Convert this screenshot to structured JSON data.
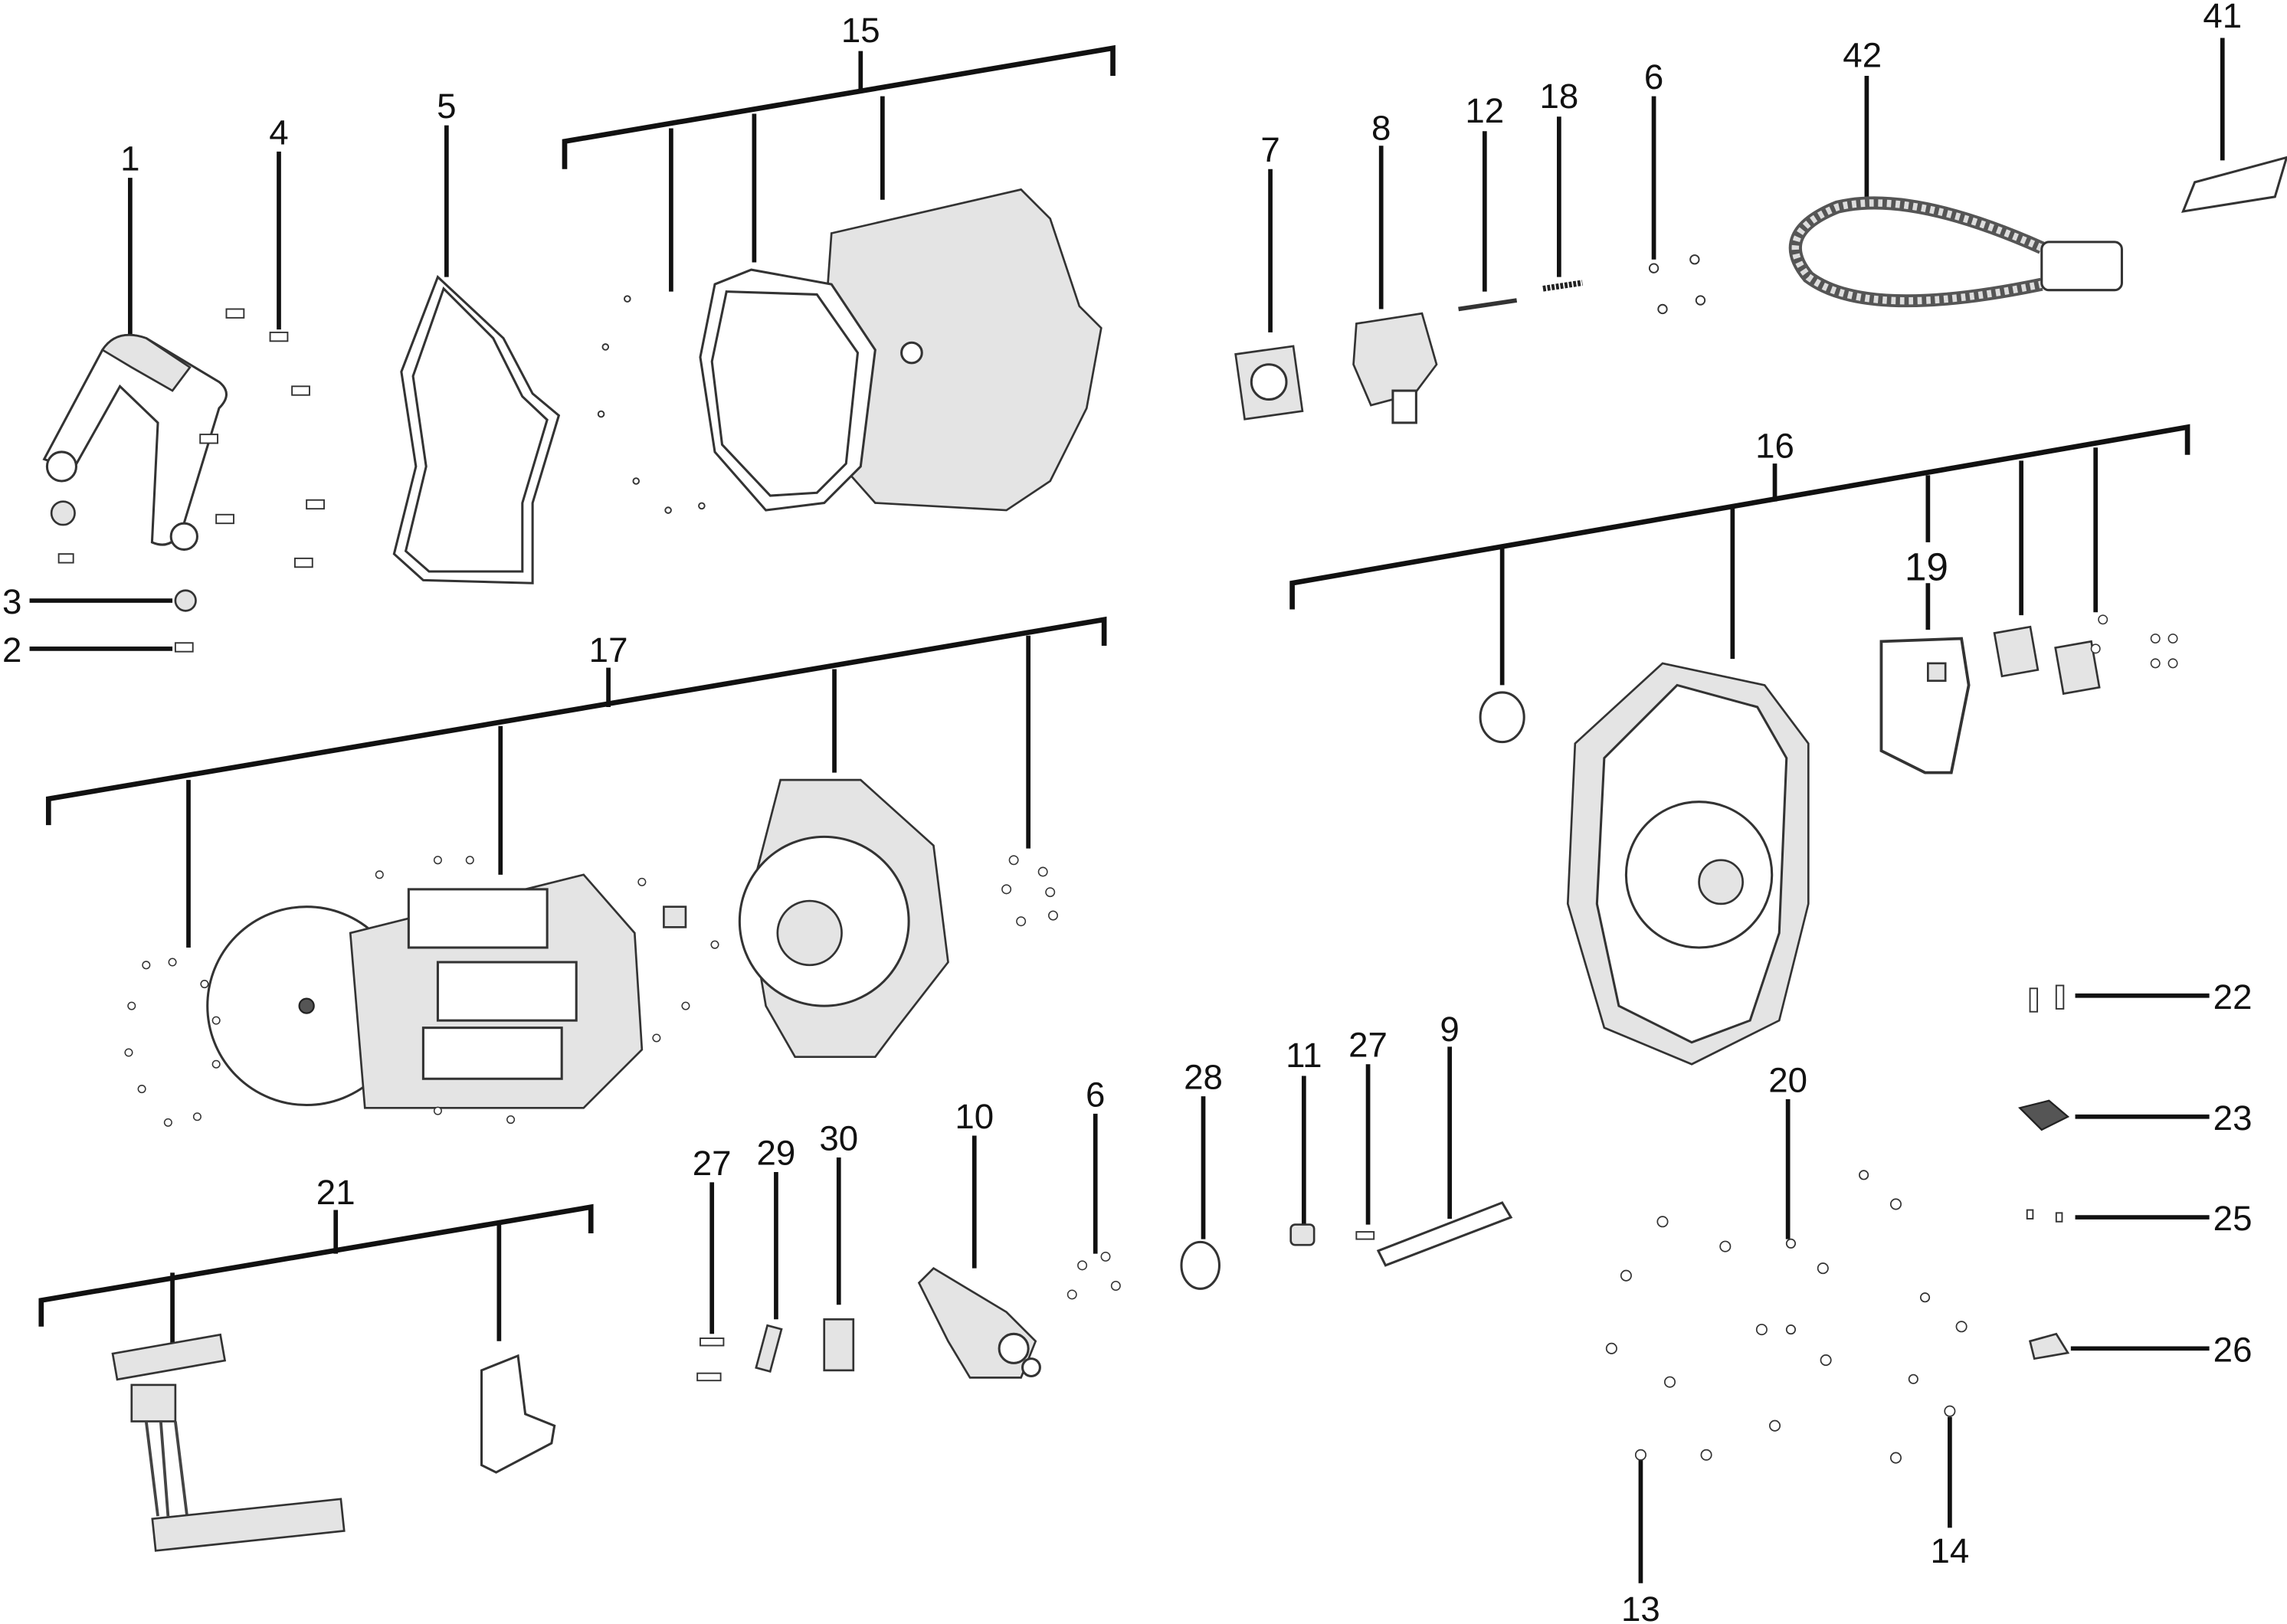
{
  "diagram": {
    "type": "exploded-parts-diagram",
    "callouts": [
      "1",
      "2",
      "3",
      "4",
      "5",
      "6",
      "7",
      "8",
      "9",
      "10",
      "11",
      "12",
      "13",
      "14",
      "15",
      "16",
      "17",
      "18",
      "19",
      "20",
      "21",
      "22",
      "23",
      "25",
      "26",
      "27",
      "28",
      "29",
      "30",
      "41",
      "42"
    ],
    "labels": {
      "c1": "1",
      "c2": "2",
      "c3": "3",
      "c4": "4",
      "c5": "5",
      "c6a": "6",
      "c6b": "6",
      "c7": "7",
      "c8": "8",
      "c9": "9",
      "c10": "10",
      "c11": "11",
      "c12": "12",
      "c13": "13",
      "c14": "14",
      "c15": "15",
      "c16": "16",
      "c17": "17",
      "c18": "18",
      "c19": "19",
      "c20": "20",
      "c21": "21",
      "c22": "22",
      "c23": "23",
      "c25": "25",
      "c26": "26",
      "c27a": "27",
      "c27b": "27",
      "c28": "28",
      "c29": "29",
      "c30": "30",
      "c41": "41",
      "c42": "42"
    }
  }
}
